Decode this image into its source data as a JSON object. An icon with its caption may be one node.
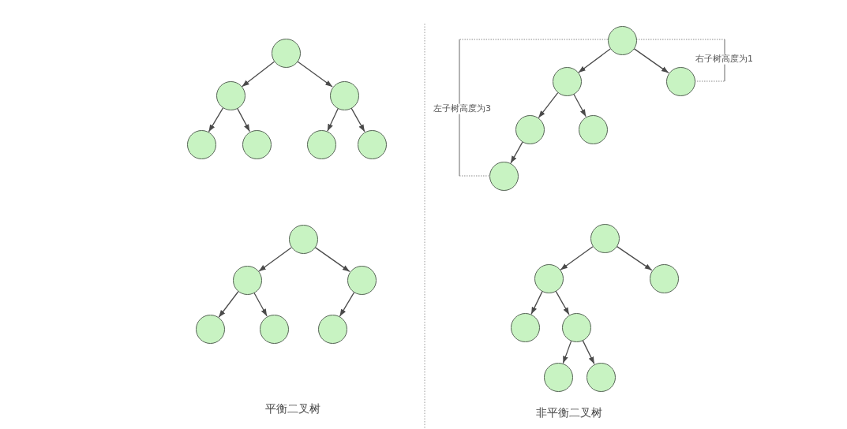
{
  "diagram": {
    "nodes": [
      {
        "text": [],
        "shape": "circle"
      },
      {
        "text": [],
        "shape": "circle"
      },
      {
        "text": [],
        "shape": "circle"
      },
      {
        "text": [],
        "shape": "circle"
      },
      {
        "text": [],
        "shape": "circle"
      },
      {
        "text": [],
        "shape": "circle"
      },
      {
        "text": [],
        "shape": "circle"
      },
      {
        "text": [],
        "shape": "circle"
      },
      {
        "text": [],
        "shape": "circle"
      },
      {
        "text": [],
        "shape": "circle"
      },
      {
        "text": [],
        "shape": "circle"
      },
      {
        "text": [],
        "shape": "circle"
      },
      {
        "text": [],
        "shape": "circle"
      },
      {
        "text": [],
        "shape": "circle"
      },
      {
        "text": [],
        "shape": "circle"
      },
      {
        "text": [],
        "shape": "circle"
      },
      {
        "text": [],
        "shape": "circle"
      },
      {
        "text": [],
        "shape": "circle"
      },
      {
        "text": [],
        "shape": "circle"
      },
      {
        "text": [],
        "shape": "circle"
      },
      {
        "text": [],
        "shape": "circle"
      },
      {
        "text": [],
        "shape": "circle"
      },
      {
        "text": [],
        "shape": "circle"
      },
      {
        "text": [],
        "shape": "circle"
      },
      {
        "text": [],
        "shape": "circle"
      },
      {
        "text": [],
        "shape": "circle"
      }
    ],
    "edges": [
      {
        "from": 0,
        "to": 1,
        "arrow": "to"
      },
      {
        "from": 0,
        "to": 2,
        "arrow": "to"
      },
      {
        "from": 1,
        "to": 3,
        "arrow": "to"
      },
      {
        "from": 1,
        "to": 4,
        "arrow": "to"
      },
      {
        "from": 2,
        "to": 5,
        "arrow": "to"
      },
      {
        "from": 2,
        "to": 6,
        "arrow": "to"
      },
      {
        "from": 7,
        "to": 8,
        "arrow": "to"
      },
      {
        "from": 7,
        "to": 9,
        "arrow": "to"
      },
      {
        "from": 8,
        "to": 10,
        "arrow": "to"
      },
      {
        "from": 8,
        "to": 11,
        "arrow": "to"
      },
      {
        "from": 10,
        "to": 12,
        "arrow": "to"
      },
      {
        "from": 13,
        "to": 14,
        "arrow": "to"
      },
      {
        "from": 13,
        "to": 15,
        "arrow": "to"
      },
      {
        "from": 14,
        "to": 16,
        "arrow": "to"
      },
      {
        "from": 14,
        "to": 17,
        "arrow": "to"
      },
      {
        "from": 15,
        "to": 18,
        "arrow": "to"
      },
      {
        "from": 19,
        "to": 20,
        "arrow": "to"
      },
      {
        "from": 19,
        "to": 21,
        "arrow": "to"
      },
      {
        "from": 20,
        "to": 22,
        "arrow": "to"
      },
      {
        "from": 20,
        "to": 23,
        "arrow": "to"
      },
      {
        "from": 23,
        "to": 24,
        "arrow": "to"
      },
      {
        "from": 23,
        "to": 25,
        "arrow": "to"
      }
    ],
    "labels": [
      "右子树高度为1",
      "左子树高度为3",
      "平衡二叉树",
      "非平衡二叉树"
    ]
  }
}
